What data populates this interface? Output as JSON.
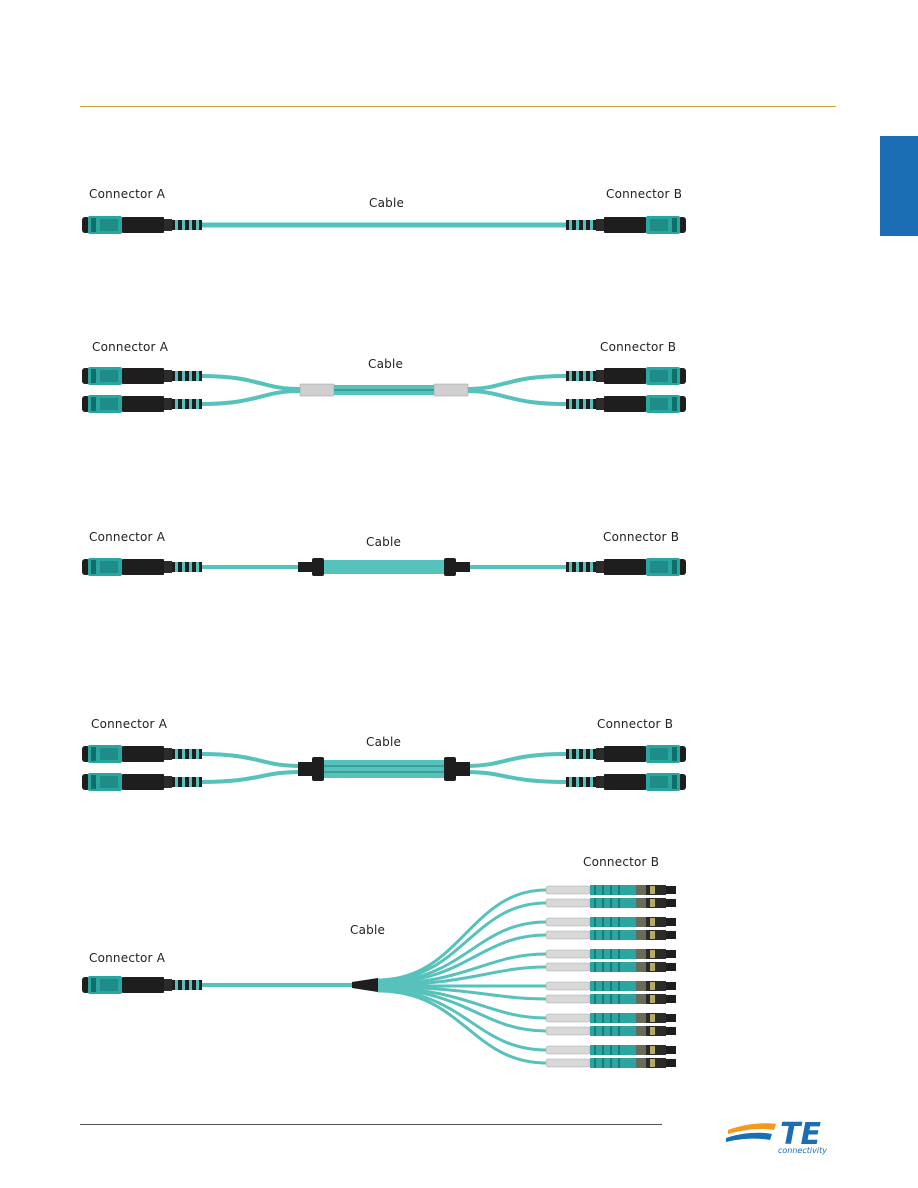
{
  "diagrams": [
    {
      "connector_a": "Connector A",
      "cable": "Cable",
      "connector_b": "Connector B"
    },
    {
      "connector_a": "Connector A",
      "cable": "Cable",
      "connector_b": "Connector B"
    },
    {
      "connector_a": "Connector A",
      "cable": "Cable",
      "connector_b": "Connector B"
    },
    {
      "connector_a": "Connector A",
      "cable": "Cable",
      "connector_b": "Connector B"
    },
    {
      "connector_a": "Connector A",
      "cable": "Cable",
      "connector_b": "Connector B"
    }
  ],
  "colors": {
    "cable": "#56c2bb",
    "connector_body": "#2aa6a0",
    "boot": "#1e1e1e",
    "accent_rule": "#c8a22a",
    "brand_blue": "#1b6eb3",
    "brand_orange": "#f39a1e"
  },
  "logo": {
    "mark": "TE",
    "tagline": "connectivity",
    "icon": "te-logo-icon"
  }
}
